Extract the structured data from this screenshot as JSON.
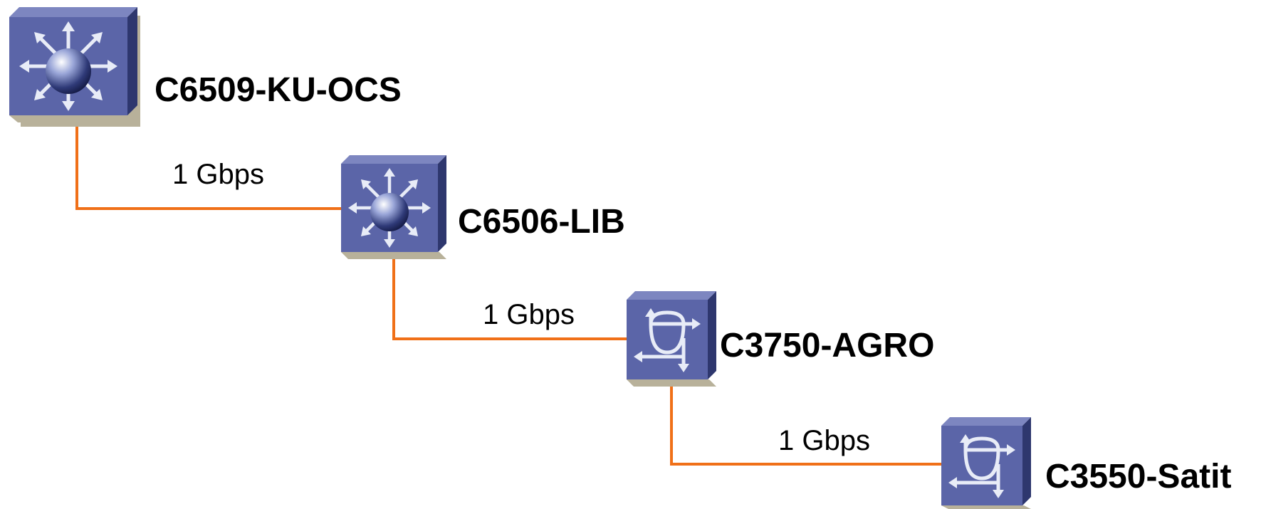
{
  "diagram": {
    "colors": {
      "link": "#f07018",
      "device_front": "#5b65a8",
      "device_top": "#7d86c0",
      "device_side": "#2e376e",
      "device_shadow": "#b8b19a",
      "arrow": "#e8ecf7"
    },
    "nodes": [
      {
        "label": "C6509-KU-OCS",
        "icon": "multilayer-switch-icon"
      },
      {
        "label": "C6506-LIB",
        "icon": "multilayer-switch-icon"
      },
      {
        "label": "C3750-AGRO",
        "icon": "layer3-switch-icon"
      },
      {
        "label": "C3550-Satit",
        "icon": "layer3-switch-icon"
      }
    ],
    "links": [
      {
        "from": "C6509-KU-OCS",
        "to": "C6506-LIB",
        "label": "1 Gbps"
      },
      {
        "from": "C6506-LIB",
        "to": "C3750-AGRO",
        "label": "1 Gbps"
      },
      {
        "from": "C3750-AGRO",
        "to": "C3550-Satit",
        "label": "1 Gbps"
      }
    ]
  }
}
